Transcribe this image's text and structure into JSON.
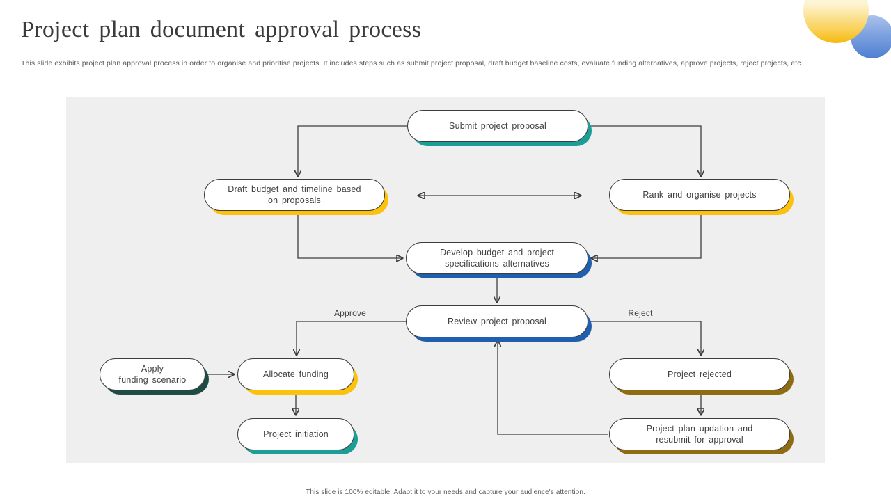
{
  "slide": {
    "title": "Project plan document approval process",
    "subtitle": "This slide exhibits project plan approval process in order to organise and prioritise projects. It includes steps such as submit project proposal, draft budget baseline costs, evaluate funding alternatives, approve projects, reject projects, etc.",
    "footer": "This slide is 100% editable. Adapt it to your needs and capture your audience's attention."
  },
  "colors": {
    "teal": "#1a9e96",
    "dark_teal": "#1f4b44",
    "yellow": "#fcc10d",
    "blue": "#1f5fae",
    "olive": "#8d6c12",
    "panel_background": "#efefef",
    "line": "#3d3d3d"
  },
  "diagram": {
    "nodes": {
      "submit": {
        "label": "Submit project proposal",
        "accent": "#1a9e96"
      },
      "draft": {
        "label": "Draft budget and timeline based\non proposals",
        "accent": "#fcc10d"
      },
      "rank": {
        "label": "Rank and organise projects",
        "accent": "#fcc10d"
      },
      "develop": {
        "label": "Develop budget and project\nspecifications alternatives",
        "accent": "#1f5fae"
      },
      "review": {
        "label": "Review project proposal",
        "accent": "#1f5fae"
      },
      "apply": {
        "label": "Apply\nfunding scenario",
        "accent": "#1f4b44"
      },
      "allocate": {
        "label": "Allocate funding",
        "accent": "#fcc10d"
      },
      "initiation": {
        "label": "Project initiation",
        "accent": "#1a9e96"
      },
      "rejected": {
        "label": "Project rejected",
        "accent": "#8d6c12"
      },
      "updation": {
        "label": "Project plan updation and\nresubmit for approval",
        "accent": "#8d6c12"
      }
    },
    "edge_labels": {
      "approve": "Approve",
      "reject": "Reject"
    }
  }
}
